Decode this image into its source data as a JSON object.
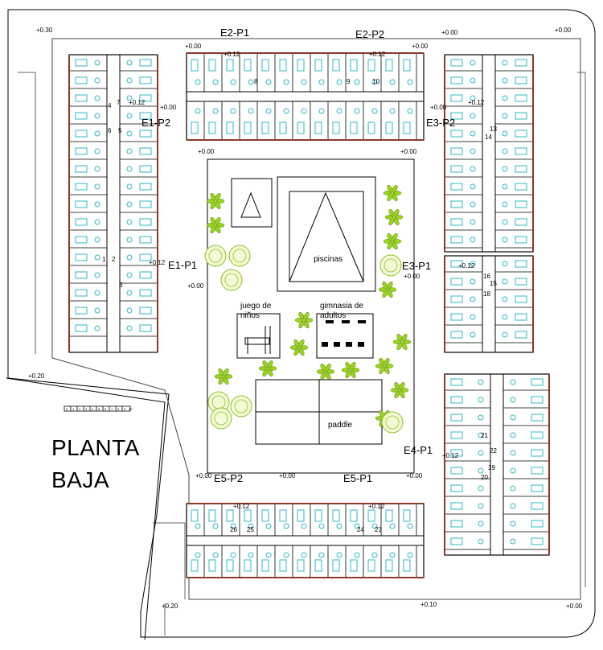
{
  "title": {
    "line1": "PLANTA",
    "line2": "BAJA"
  },
  "blocks": [
    "E2-P1",
    "E2-P2",
    "E1-P2",
    "E3-P2",
    "E1-P1",
    "E3-P1",
    "E4-P1",
    "E5-P2",
    "E5-P1"
  ],
  "areas": {
    "pool": "piscinas",
    "kids_line1": "juego de",
    "kids_line2": "niños",
    "gym_line1": "gimnasia de",
    "gym_line2": "adultos",
    "paddle": "paddle"
  },
  "levels": [
    "+0.30",
    "+0.00",
    "+0.00",
    "+0.12",
    "+0.12",
    "+0.00",
    "+0.12",
    "+0.00",
    "+0.00",
    "+0.00",
    "+0.12",
    "+0.00",
    "+0.12",
    "+0.00",
    "+0.00",
    "+0.20",
    "+0.12",
    "+0.00",
    "+0.00",
    "+0.12",
    "+0.00",
    "+0.00",
    "+0.10",
    "+0.20",
    "+0.00",
    "+0.12",
    "+0.12"
  ],
  "stair_numbers": [
    "7",
    "6",
    "5",
    "8",
    "9",
    "10",
    "13",
    "14",
    "1",
    "2",
    "3",
    "15",
    "16",
    "18",
    "21",
    "22",
    "19",
    "20",
    "26",
    "25",
    "24",
    "23",
    "4"
  ],
  "scale_bar": [
    "0",
    "1",
    "2",
    "3",
    "4",
    "5",
    "6",
    "7",
    "8",
    "9",
    "10"
  ],
  "colors": {
    "line": "#000000",
    "fixture": "#2fb8c8",
    "wall": "#8a3a2a",
    "tree": "#9bd321",
    "ground": "#ffffff"
  }
}
